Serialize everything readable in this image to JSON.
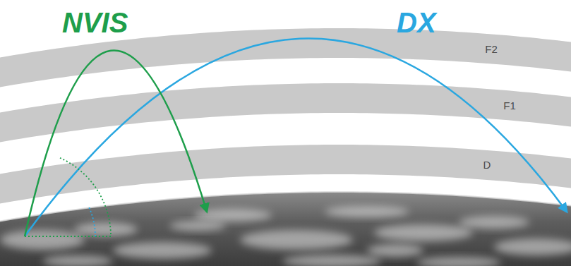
{
  "diagram": {
    "nodes": [
      {
        "text": [
          "F2"
        ]
      },
      {
        "text": [
          "F1"
        ]
      },
      {
        "text": [
          "D"
        ]
      }
    ],
    "labels": [
      "NVIS",
      "DX"
    ]
  }
}
